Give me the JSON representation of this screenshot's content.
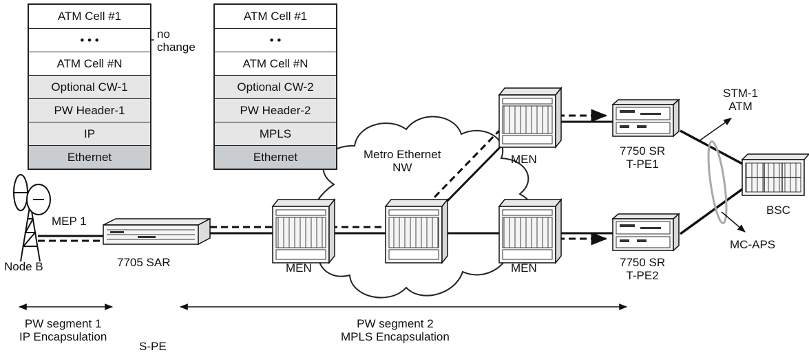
{
  "stacks": {
    "left": [
      "ATM Cell #1",
      "• • •",
      "ATM Cell #N",
      "Optional CW-1",
      "PW Header-1",
      "IP",
      "Ethernet"
    ],
    "right": [
      "ATM Cell #1",
      "• •",
      "ATM Cell #N",
      "Optional CW-2",
      "PW Header-2",
      "MPLS",
      "Ethernet"
    ],
    "no_change": [
      "no",
      "change"
    ]
  },
  "devices": {
    "node_b": "Node B",
    "mep": "MEP 1",
    "sar": "7705 SAR",
    "men_left": "MEN",
    "men_mid": "MEN",
    "men_top": "MEN",
    "cloud": [
      "Metro Ethernet",
      "NW"
    ],
    "tpe1": [
      "7750 SR",
      "T-PE1"
    ],
    "tpe2": [
      "7750 SR",
      "T-PE2"
    ],
    "bsc": "BSC",
    "stm": [
      "STM-1",
      "ATM"
    ],
    "mcaps": "MC-APS"
  },
  "segments": {
    "seg1": [
      "PW segment 1",
      "IP Encapsulation"
    ],
    "spe": "S-PE",
    "seg2": [
      "PW segment 2",
      "MPLS Encapsulation"
    ]
  }
}
